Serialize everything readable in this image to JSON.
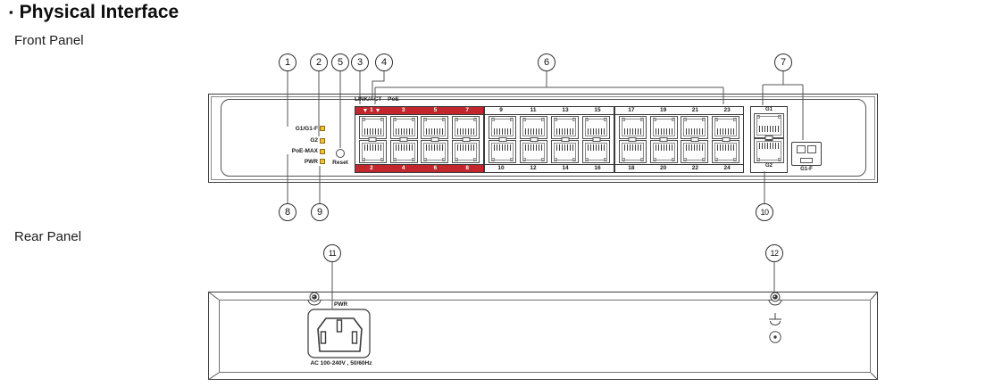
{
  "page": {
    "title": "Physical Interface",
    "front_label": "Front Panel",
    "rear_label": "Rear Panel"
  },
  "front_panel": {
    "leds": [
      {
        "label": "G1/G1-F"
      },
      {
        "label": "G2"
      },
      {
        "label": "PoE-MAX"
      },
      {
        "label": "PWR"
      }
    ],
    "reset_label": "Reset",
    "port_header": "LINK/ACT PoE",
    "port1_indicators": [
      "LINK/ACT",
      "PoE"
    ],
    "port_groups": [
      {
        "poe_band": true,
        "top": [
          "1",
          "3",
          "5",
          "7"
        ],
        "bottom": [
          "2",
          "4",
          "6",
          "8"
        ]
      },
      {
        "poe_band": false,
        "top": [
          "9",
          "11",
          "13",
          "15"
        ],
        "bottom": [
          "10",
          "12",
          "14",
          "16"
        ]
      },
      {
        "poe_band": false,
        "top": [
          "17",
          "19",
          "21",
          "23"
        ],
        "bottom": [
          "18",
          "20",
          "22",
          "24"
        ]
      }
    ],
    "uplink": {
      "g1": "G1",
      "g2": "G2",
      "sfp": "G1-F"
    },
    "callouts_top": [
      "1",
      "2",
      "5",
      "3",
      "4",
      "6",
      "7"
    ],
    "callouts_bottom": [
      "8",
      "9",
      "10"
    ]
  },
  "rear_panel": {
    "pwr_label": "PWR",
    "ac_label": "AC 100-240V , 50/60Hz",
    "callouts": [
      "11",
      "12"
    ]
  },
  "colors": {
    "poe_band_red": "#c1272d",
    "led_yellow": "#f1c232",
    "line": "#565656"
  }
}
